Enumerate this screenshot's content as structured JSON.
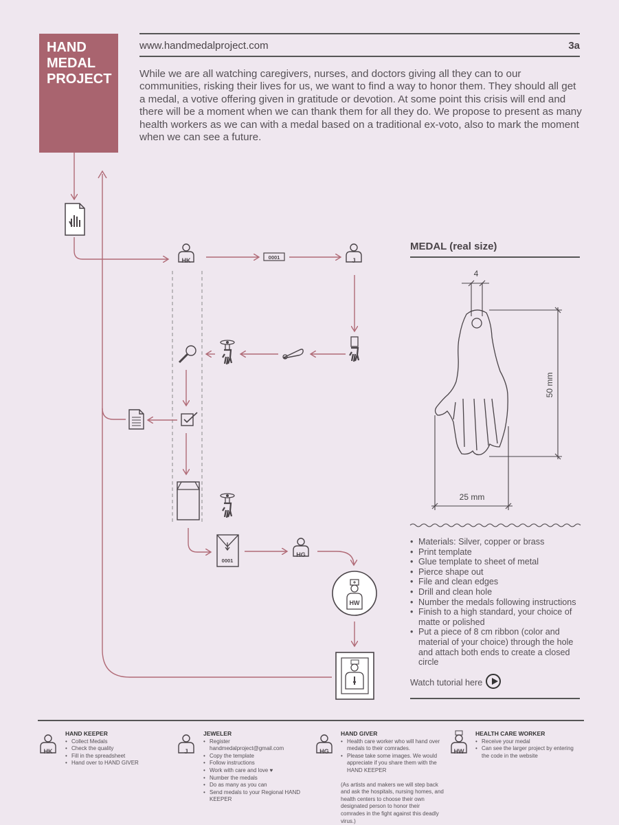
{
  "logo": {
    "text": "HAND\nMEDAL\nPROJECT"
  },
  "header": {
    "url": "www.handmedalproject.com",
    "page": "3a"
  },
  "intro": "While we are all watching caregivers, nurses, and doctors giving all they can to our communities, risking their lives for us, we want to find a way to honor them. They should all get a medal, a votive offering given in gratitude or devotion. At some point this crisis will end and there will be a moment when we can thank them for all they do. We propose to present as many health workers as we can with a medal based on a traditional ex-voto, also to mark the moment when we can see a future.",
  "colors": {
    "accent": "#a9646f",
    "background": "#efe7ef",
    "ink": "#4a4448",
    "arrow": "#b06a76"
  },
  "flow": {
    "hk": "HK",
    "j": "J",
    "hg": "HG",
    "hw": "HW",
    "code1": "0001",
    "code2": "0001",
    "icons": [
      "document-hand-icon",
      "person-hk-icon",
      "tag-0001-icon",
      "person-j-icon",
      "hanging-medal-icon",
      "safety-pin-icon",
      "medal-with-pin-icon",
      "magnifier-icon",
      "checkbox-icon",
      "spreadsheet-icon",
      "envelope-icon",
      "envelope-0001-icon",
      "person-hg-icon",
      "healthworker-circle-icon",
      "framed-healthworker-icon"
    ]
  },
  "medal": {
    "title": "MEDAL (real size)",
    "dim_hole": "4",
    "dim_height": "50 mm",
    "dim_width": "25 mm",
    "materials": [
      "Materials: Silver, copper or brass",
      "Print template",
      "Glue template to sheet of metal",
      "Pierce shape out",
      "File and clean edges",
      "Drill and clean hole",
      "Number the medals following instructions",
      "Finish to a high standard, your choice of matte or polished",
      "Put a piece of 8 cm ribbon (color and material of your choice) through the hole and attach both ends to create a closed circle"
    ],
    "watch": "Watch tutorial here"
  },
  "roles": [
    {
      "badge": "HK",
      "title": "HAND KEEPER",
      "items": [
        "Collect Medals",
        "Check the quality",
        "Fill in the spreadsheet",
        "Hand over to HAND GIVER"
      ]
    },
    {
      "badge": "J",
      "title": "JEWELER",
      "items": [
        "Register handmedalproject@gmail.com",
        "Copy the template",
        "Follow instructions",
        "Work with care and love ♥",
        "Number the medals",
        "Do as many as you can",
        "Send medals to your Regional HAND KEEPER"
      ]
    },
    {
      "badge": "HG",
      "title": "HAND GIVER",
      "items": [
        "Health care worker who will hand over medals to their comrades.",
        "Please take some images. We would appreciate if you share them with the HAND KEEPER"
      ],
      "note": "(As artists and makers we will step back and ask the hospitals, nursing homes, and health centers to choose their own designated person to honor their comrades in the fight against this deadly virus.)"
    },
    {
      "badge": "HW",
      "title": "HEALTH CARE WORKER",
      "items": [
        "Receive your medal",
        "Can see the larger project by entering the code in the website"
      ]
    }
  ]
}
